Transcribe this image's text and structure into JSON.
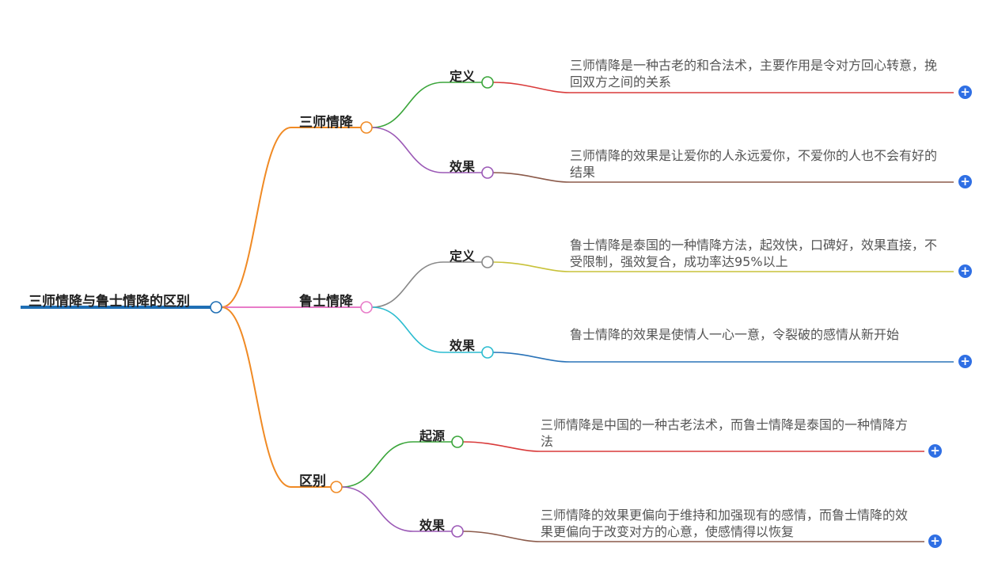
{
  "root": {
    "label": "三师情降与鲁士情降的区别",
    "color": "#1f6fb5"
  },
  "branches": [
    {
      "label": "三师情降",
      "color": "#f08a24",
      "children": [
        {
          "label": "定义",
          "color": "#3aa53a",
          "line_color": "#d93a3a",
          "note": "三师情降是一种古老的和合法术，主要作用是令对方回心转意，挽回双方之间的关系"
        },
        {
          "label": "效果",
          "color": "#9b59b6",
          "line_color": "#8b5a4a",
          "note": "三师情降的效果是让爱你的人永远爱你，不爱你的人也不会有好的结果"
        }
      ]
    },
    {
      "label": "鲁士情降",
      "color": "#e87cc8",
      "children": [
        {
          "label": "定义",
          "color": "#888888",
          "line_color": "#c8c23a",
          "note": "鲁士情降是泰国的一种情降方法，起效快，口碑好，效果直接，不受限制，强效复合，成功率达95%以上"
        },
        {
          "label": "效果",
          "color": "#2bbcd0",
          "line_color": "#2a73b8",
          "note": "鲁士情降的效果是使情人一心一意，令裂破的感情从新开始"
        }
      ]
    },
    {
      "label": "区别",
      "color": "#f08a24",
      "children": [
        {
          "label": "起源",
          "color": "#3aa53a",
          "line_color": "#d93a3a",
          "note": "三师情降是中国的一种古老法术，而鲁士情降是泰国的一种情降方法"
        },
        {
          "label": "效果",
          "color": "#9b59b6",
          "line_color": "#8b5a4a",
          "note": "三师情降的效果更偏向于维持和加强现有的感情，而鲁士情降的效果更偏向于改变对方的心意，使感情得以恢复"
        }
      ]
    }
  ],
  "expand_icon": "plus-circle-icon"
}
